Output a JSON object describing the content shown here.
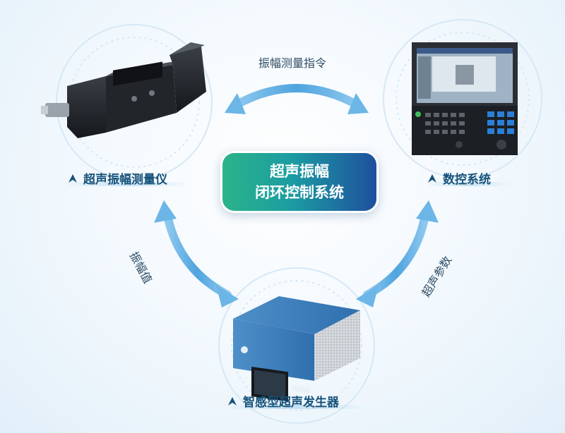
{
  "center": {
    "line1": "超声振幅",
    "line2": "闭环控制系统"
  },
  "nodes": {
    "meter": {
      "label": "超声振幅测量仪"
    },
    "cnc": {
      "label": "数控系统"
    },
    "generator": {
      "label": "智感型超声发生器"
    }
  },
  "edges": {
    "top": "振幅测量指令",
    "left": "振幅值",
    "right": "超声参数"
  },
  "colors": {
    "accent_dark": "#16527a",
    "arrow": "#5aaee4",
    "center_start": "#2bb48a",
    "center_end": "#1f4f9e"
  }
}
